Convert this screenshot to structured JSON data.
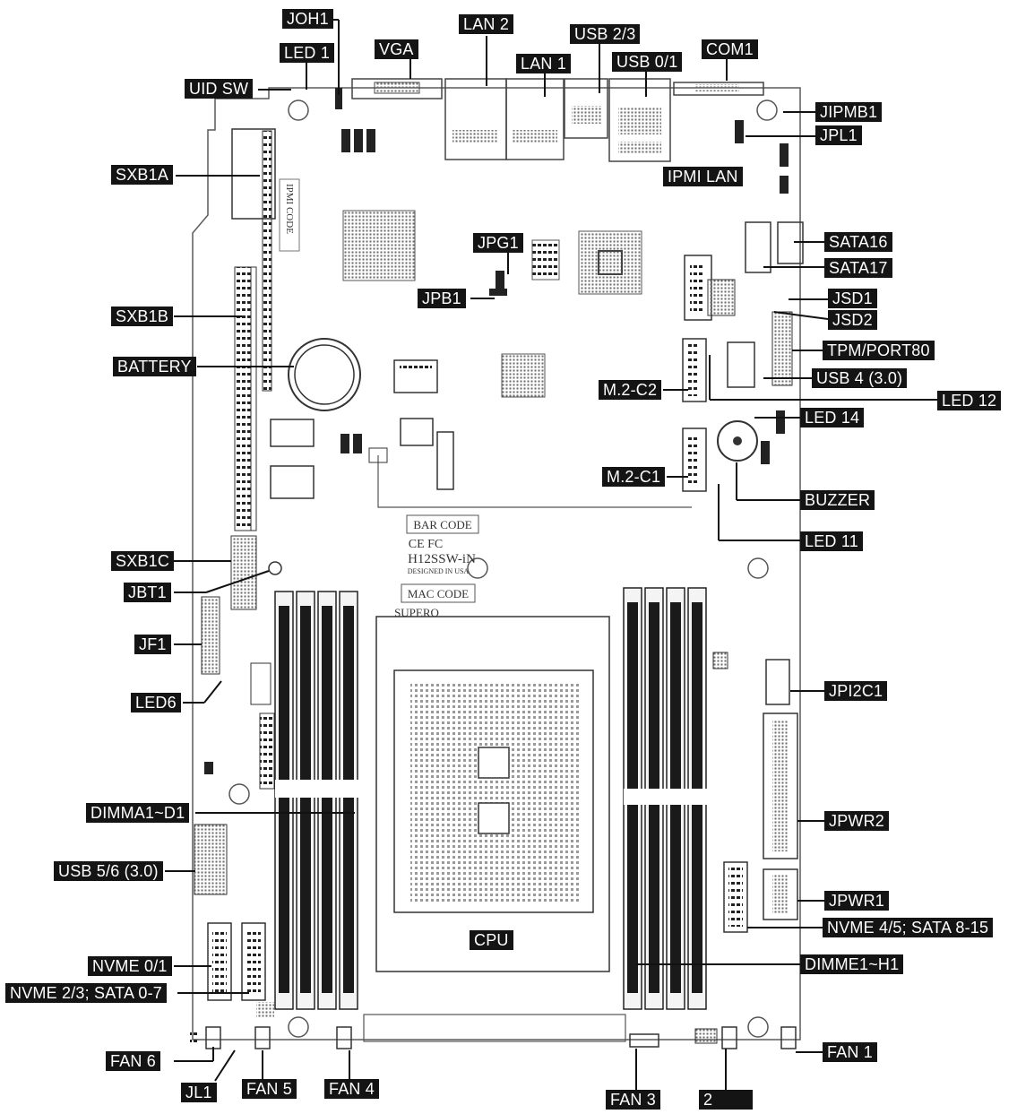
{
  "labels": {
    "joh1": "JOH1",
    "led1": "LED 1",
    "vga": "VGA",
    "lan2": "LAN 2",
    "lan1": "LAN 1",
    "usb23": "USB 2/3",
    "usb01": "USB 0/1",
    "com1": "COM1",
    "uid_sw": "UID SW",
    "jipmb1": "JIPMB1",
    "jpl1": "JPL1",
    "ipmi_lan": "IPMI LAN",
    "sxb1a": "SXB1A",
    "jpg1": "JPG1",
    "sata16": "SATA16",
    "sata17": "SATA17",
    "jpb1": "JPB1",
    "jsd1": "JSD1",
    "jsd2": "JSD2",
    "sxb1b": "SXB1B",
    "tpm_port80": "TPM/PORT80",
    "battery": "BATTERY",
    "usb4": "USB 4 (3.0)",
    "m2c2": "M.2-C2",
    "led12": "LED 12",
    "led14": "LED 14",
    "m2c1": "M.2-C1",
    "buzzer": "BUZZER",
    "led11": "LED 11",
    "sxb1c": "SXB1C",
    "jbt1": "JBT1",
    "jf1": "JF1",
    "led6": "LED6",
    "jpi2c1": "JPI2C1",
    "dimma": "DIMMA1~D1",
    "jpwr2": "JPWR2",
    "usb56": "USB 5/6 (3.0)",
    "jpwr1": "JPWR1",
    "nvme45": "NVME 4/5; SATA 8-15",
    "cpu": "CPU",
    "dimme": "DIMME1~H1",
    "nvme01": "NVME 0/1",
    "nvme23": "NVME 2/3; SATA 0-7",
    "fan6": "FAN 6",
    "fan1": "FAN 1",
    "jl1": "JL1",
    "fan5": "FAN 5",
    "fan4": "FAN 4",
    "fan3": "FAN 3",
    "fan2": "2"
  },
  "board_text": {
    "bar_code": "BAR CODE",
    "ce_fc": "CE FC",
    "model": "H12SSW-iN",
    "designed": "DESIGNED IN USA",
    "mac_code": "MAC CODE",
    "brand": "SUPERO",
    "ipmi_code": "IPMI CODE"
  },
  "colors": {
    "label_bg": "#141414",
    "label_text": "#ffffff",
    "board_line": "#5a5a5a",
    "dimm_fill": "#1a1a1a"
  }
}
